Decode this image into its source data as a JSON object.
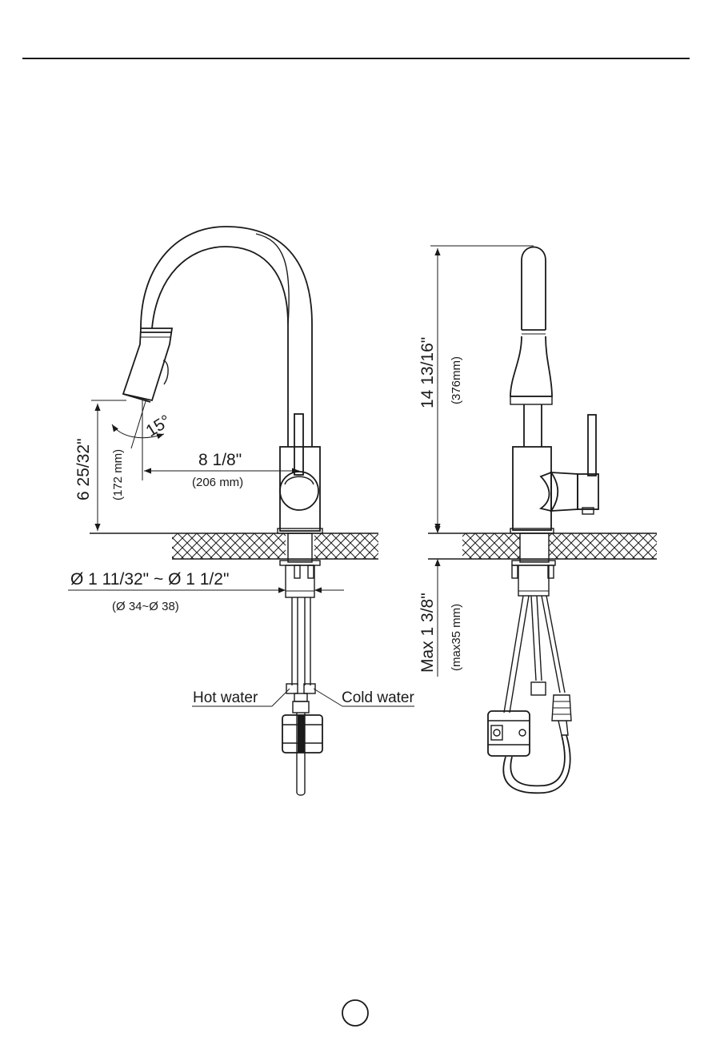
{
  "dimensions": {
    "height_to_aerator": "6 25/32\"",
    "height_to_aerator_mm": "(172 mm)",
    "spray_angle": "15°",
    "spout_reach": "8 1/8\"",
    "spout_reach_mm": "(206 mm)",
    "hole_diameter": "Ø 1 11/32\" ~ Ø 1 1/2\"",
    "hole_diameter_mm": "(Ø 34~Ø 38)",
    "total_height": "14 13/16\"",
    "total_height_mm": "(376mm)",
    "max_deck": "Max 1 3/8\"",
    "max_deck_mm": "(max35 mm)"
  },
  "labels": {
    "hot_water": "Hot water",
    "cold_water": "Cold water"
  },
  "page": {
    "number": ""
  }
}
